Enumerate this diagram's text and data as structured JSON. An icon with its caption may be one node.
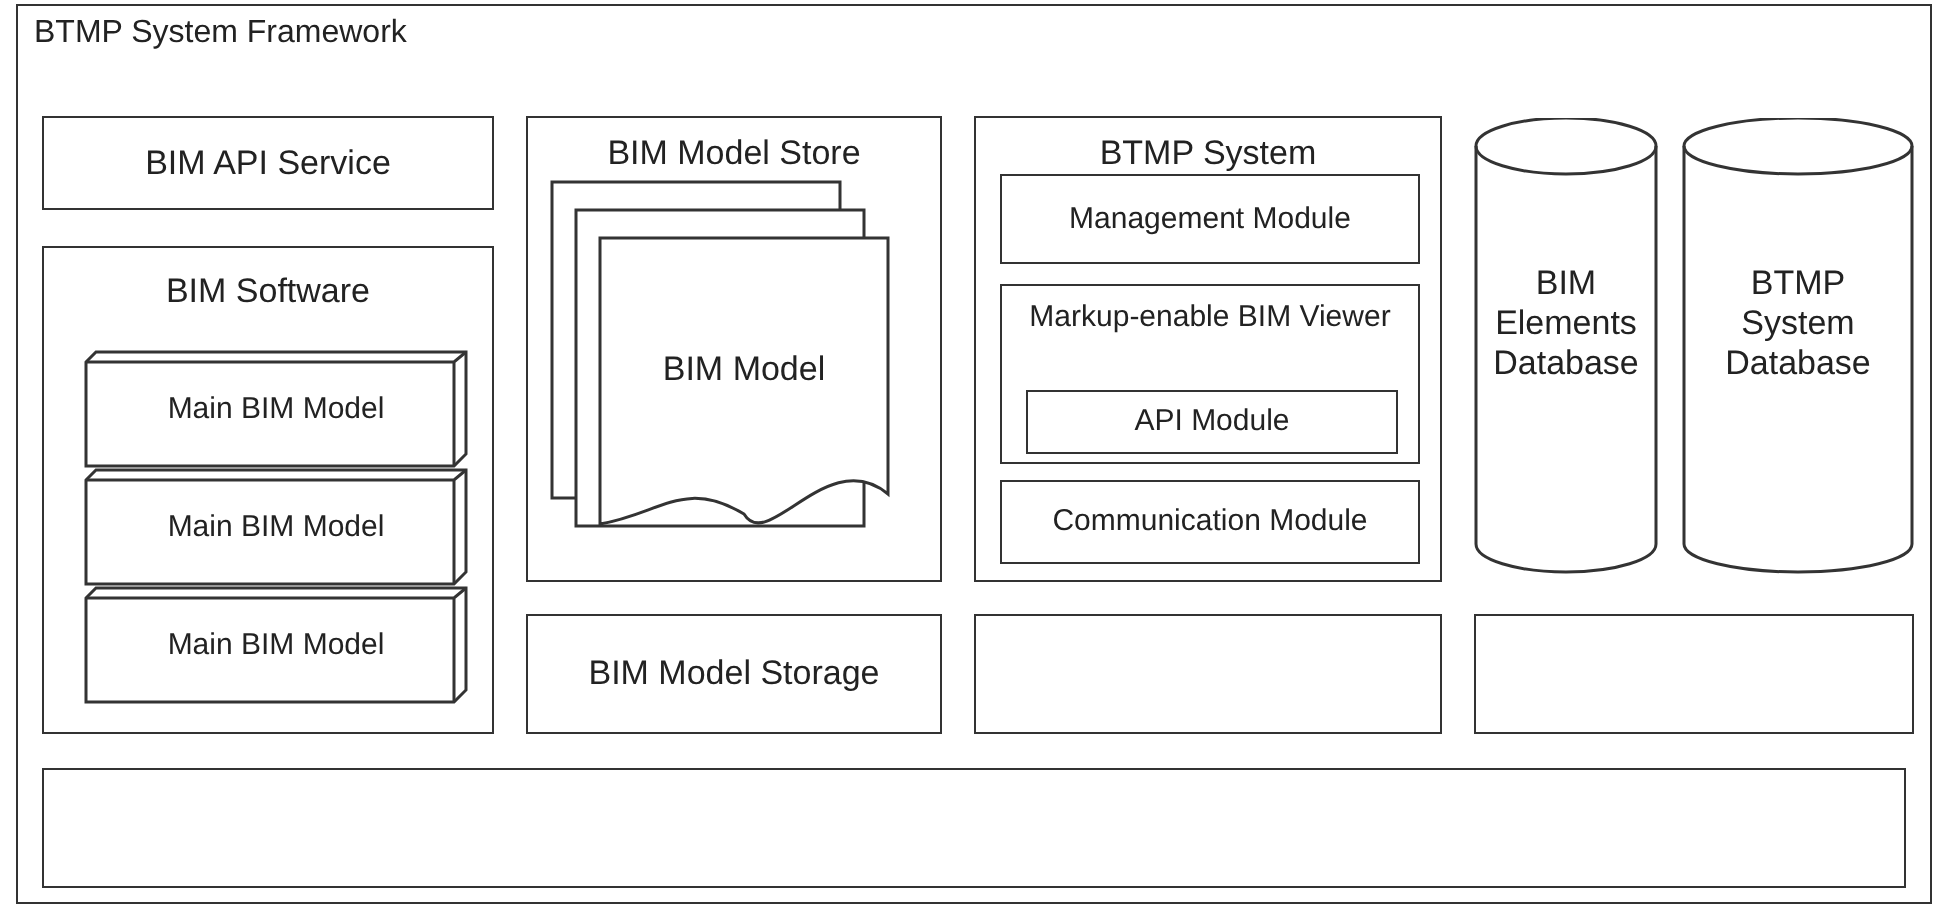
{
  "diagram": {
    "nodes": [
      {
        "text": [
          "BTMP System Framework"
        ]
      },
      {
        "text": [
          "BIM API Service"
        ],
        "in": 0
      },
      {
        "text": [
          "BIM Software"
        ],
        "in": 0
      },
      {
        "text": [
          "Main BIM Model"
        ],
        "in": 2
      },
      {
        "text": [
          "Main BIM Model"
        ],
        "in": 2
      },
      {
        "text": [
          "Main BIM Model"
        ],
        "in": 2
      },
      {
        "text": [
          "BIM Model Store"
        ],
        "in": 0
      },
      {
        "text": [
          "BIM Model"
        ],
        "in": 6
      },
      {
        "text": [
          "BTMP System"
        ],
        "in": 0
      },
      {
        "text": [
          "Management Module"
        ],
        "in": 8
      },
      {
        "text": [
          "Markup-enable BIM Viewer"
        ],
        "in": 8
      },
      {
        "text": [
          "API Module"
        ],
        "in": 10
      },
      {
        "text": [
          "Communication Module"
        ],
        "in": 8
      },
      {
        "text": [
          "BIM Elements Database"
        ],
        "in": 0
      },
      {
        "text": [
          "BTMP System Database"
        ],
        "in": 0
      },
      {
        "text": [
          "BIM Model Storage"
        ],
        "in": 0
      },
      {
        "text": [],
        "shape": "box",
        "in": 0
      },
      {
        "text": [],
        "shape": "box",
        "in": 0
      },
      {
        "text": [],
        "shape": "box",
        "in": 0
      }
    ]
  }
}
